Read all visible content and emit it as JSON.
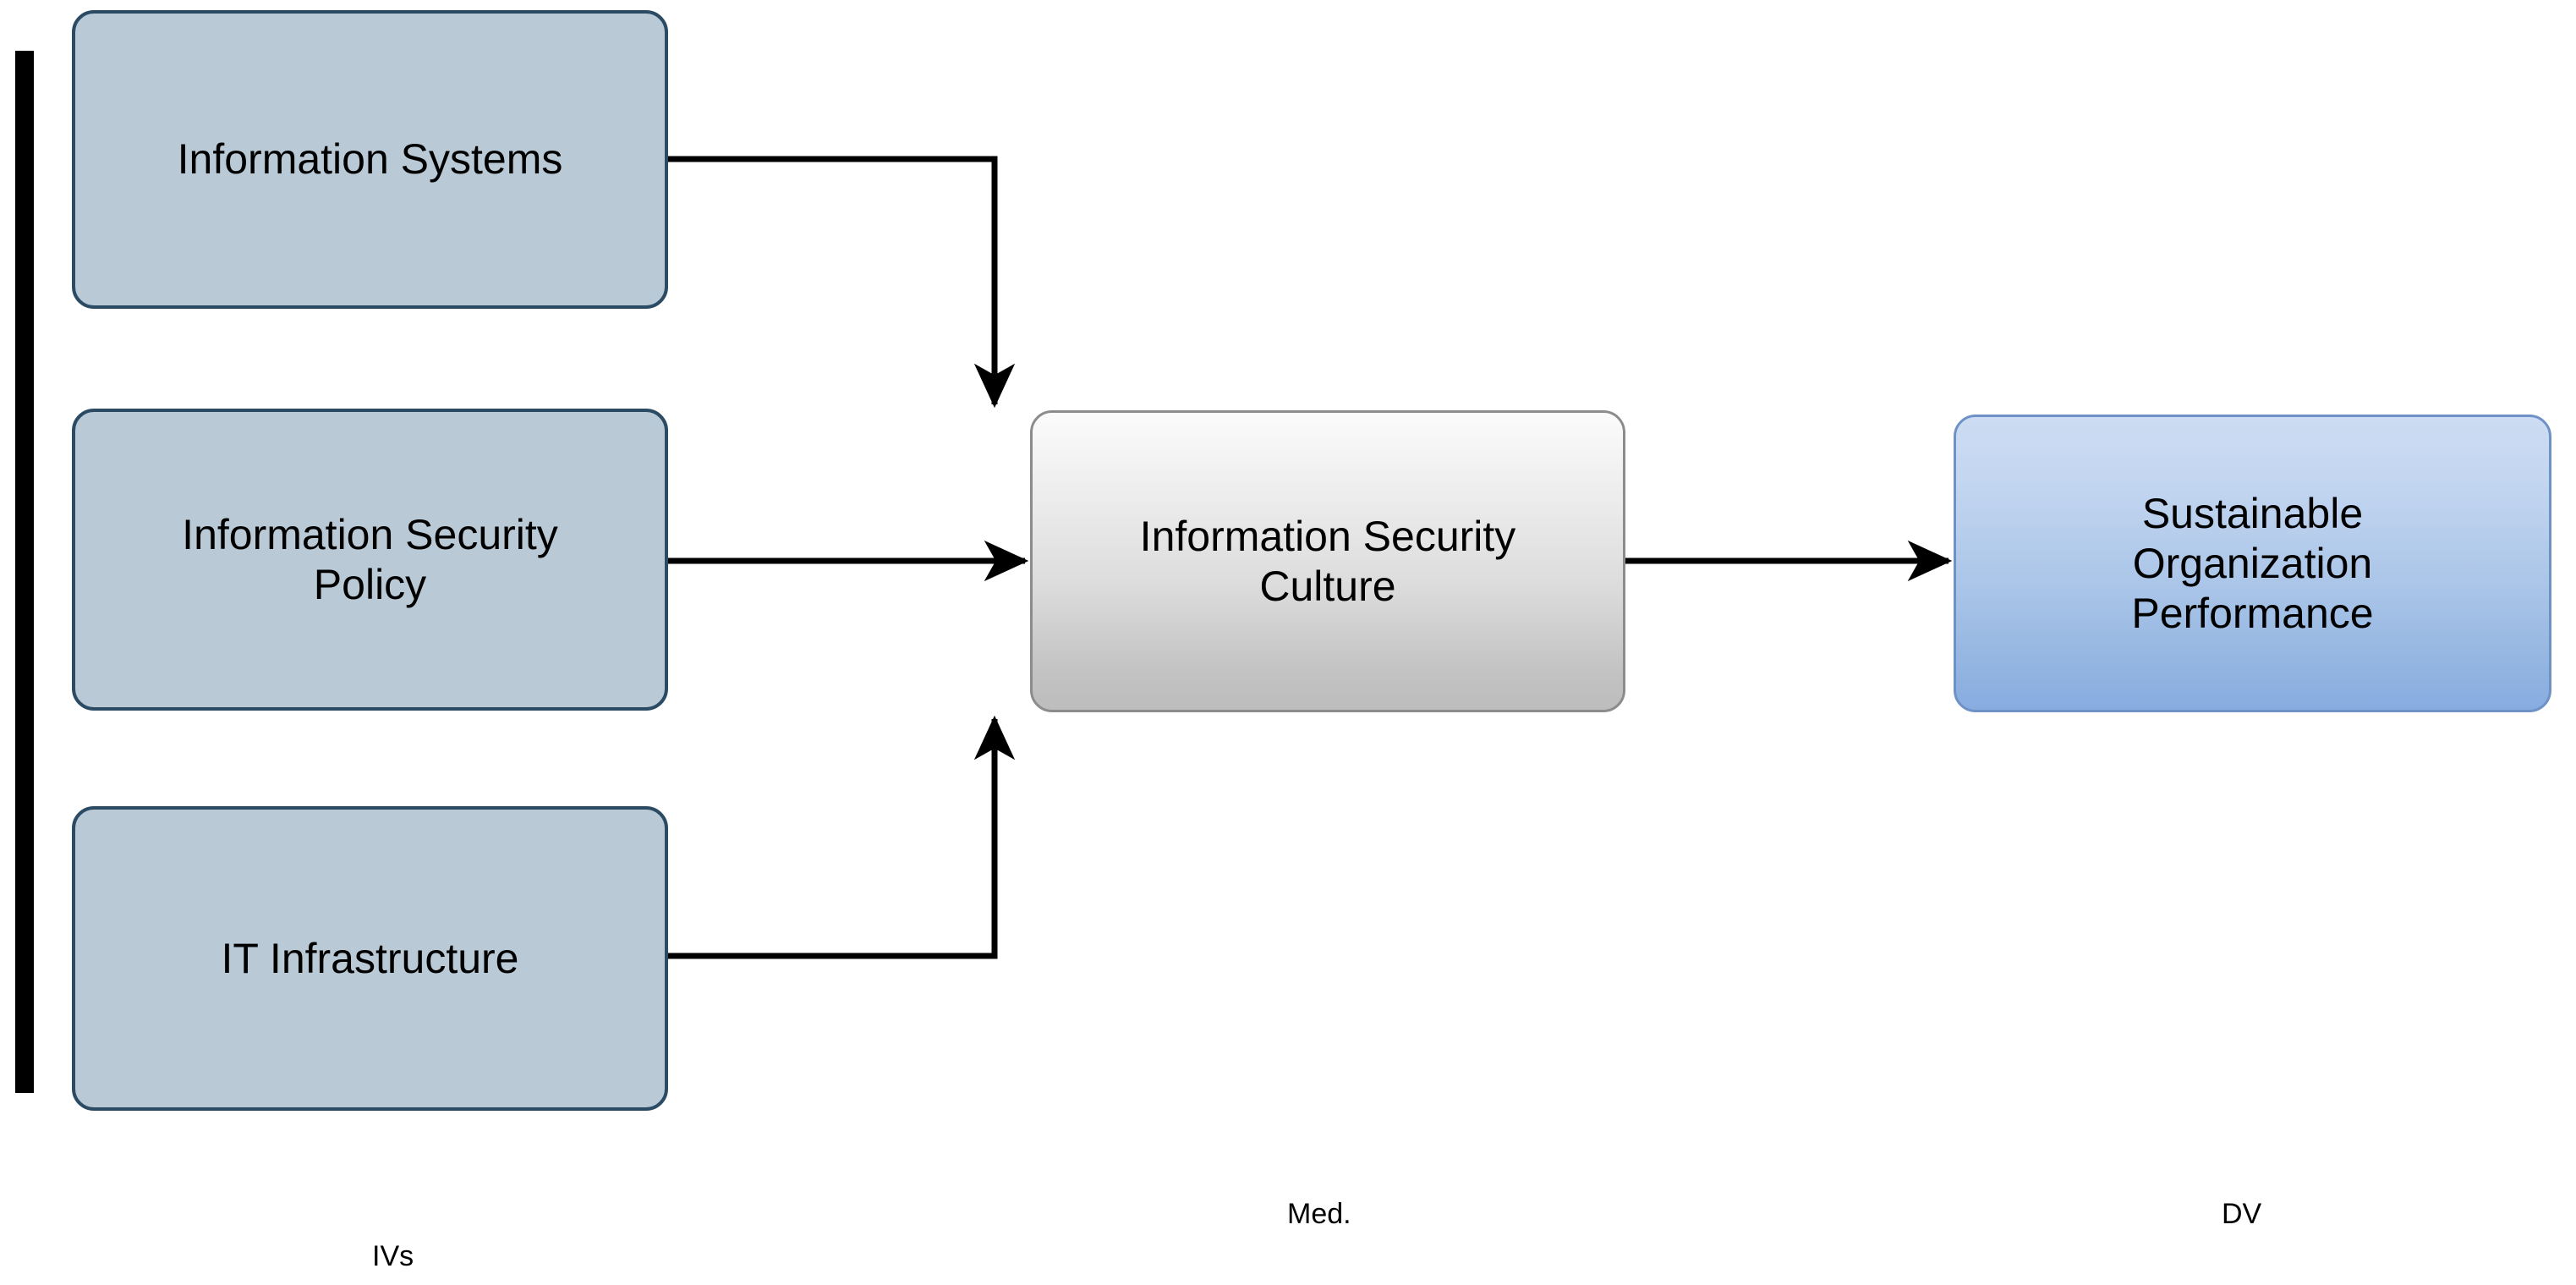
{
  "diagram": {
    "title": "Conceptual research model: Information Security Culture as mediator",
    "background_color": "#ffffff",
    "group_bar": {
      "name": "independent-variables-group-bar",
      "color": "#000000"
    },
    "nodes": [
      {
        "id": "information-systems",
        "label": "Information Systems",
        "role": "independent-variable",
        "fill": "#b9c9d6",
        "border_color": "#2b4a63"
      },
      {
        "id": "information-security-policy",
        "label": "Information Security\nPolicy",
        "role": "independent-variable",
        "fill": "#b9c9d6",
        "border_color": "#2b4a63"
      },
      {
        "id": "it-infrastructure",
        "label": "IT Infrastructure",
        "role": "independent-variable",
        "fill": "#b9c9d6",
        "border_color": "#2b4a63"
      },
      {
        "id": "information-security-culture",
        "label": "Information Security\nCulture",
        "role": "mediator",
        "fill_from": "#fbfbfb",
        "fill_to": "#bdbdbd",
        "border_color": "#8c8c8c"
      },
      {
        "id": "sustainable-organization-performance",
        "label": "Sustainable\nOrganization\nPerformance",
        "role": "dependent-variable",
        "fill_from": "#cddcf3",
        "fill_to": "#88ace0",
        "border_color": "#6f92c6"
      }
    ],
    "edges": [
      {
        "id": "edge-is-to-isc",
        "from": "information-systems",
        "to": "information-security-culture",
        "style": "orthogonal",
        "arrowhead": "filled-triangle",
        "color": "#000000"
      },
      {
        "id": "edge-isp-to-isc",
        "from": "information-security-policy",
        "to": "information-security-culture",
        "style": "straight",
        "arrowhead": "filled-triangle",
        "color": "#000000"
      },
      {
        "id": "edge-iti-to-isc",
        "from": "it-infrastructure",
        "to": "information-security-culture",
        "style": "orthogonal",
        "arrowhead": "filled-triangle",
        "color": "#000000"
      },
      {
        "id": "edge-isc-to-sop",
        "from": "information-security-culture",
        "to": "sustainable-organization-performance",
        "style": "straight",
        "arrowhead": "filled-triangle",
        "color": "#000000"
      }
    ],
    "captions": {
      "ivs": "IVs",
      "mediator": "Med.",
      "dv": "DV"
    }
  }
}
